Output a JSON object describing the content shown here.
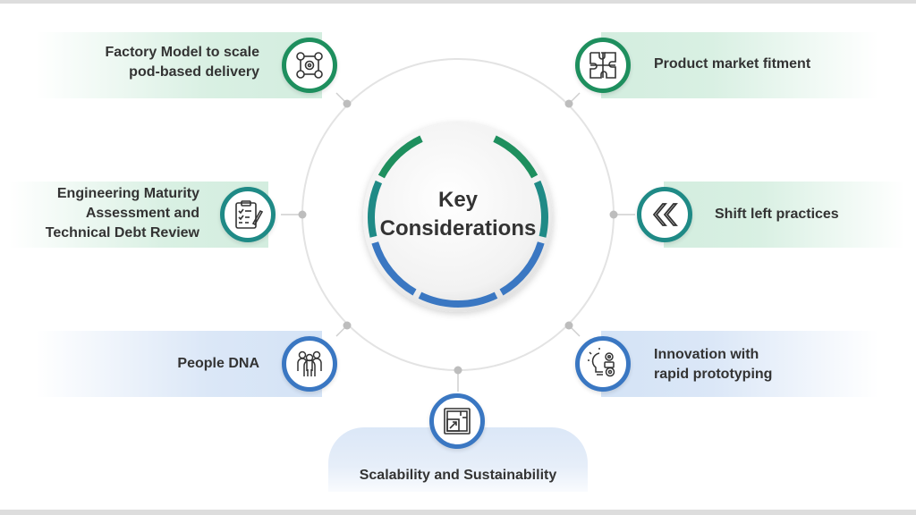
{
  "center": {
    "line1": "Key",
    "line2": "Considerations"
  },
  "colors": {
    "green": "#1e8f5e",
    "teal": "#1f8a86",
    "blue": "#3a77c2",
    "text": "#333333"
  },
  "items": [
    {
      "line1": "Factory Model to scale",
      "line2": "pod-based delivery",
      "icon": "team-network-gear-icon"
    },
    {
      "line1": "Product market fitment",
      "icon": "puzzle-pieces-icon"
    },
    {
      "line1": "Engineering Maturity",
      "line2": "Assessment and",
      "line3": "Technical Debt Review",
      "icon": "clipboard-checklist-icon"
    },
    {
      "line1": "Shift left practices",
      "icon": "double-chevron-left-icon"
    },
    {
      "line1": "People DNA",
      "icon": "people-group-icon"
    },
    {
      "line1": "Innovation with",
      "line2": "rapid prototyping",
      "icon": "lightbulb-gears-icon"
    },
    {
      "line1": "Scalability and Sustainability",
      "icon": "scale-window-icon"
    }
  ]
}
